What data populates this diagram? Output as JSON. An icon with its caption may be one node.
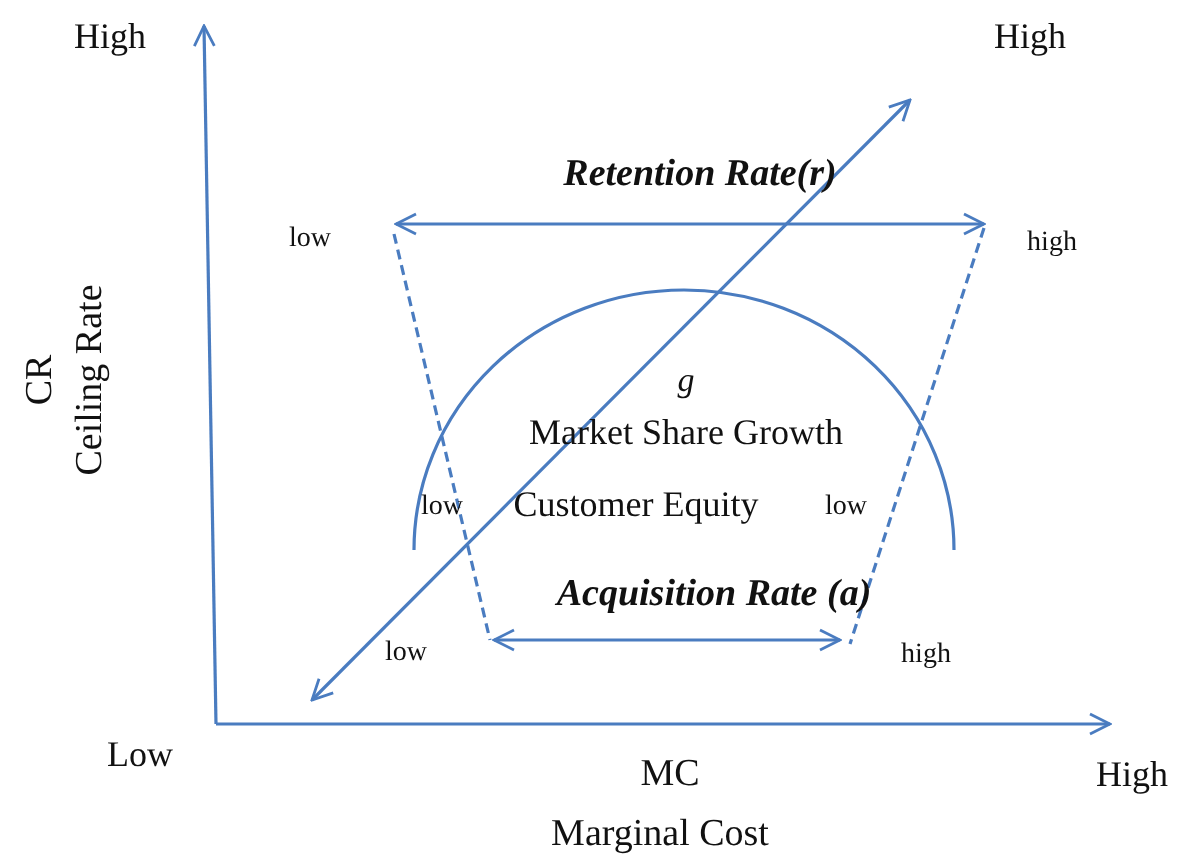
{
  "diagram": {
    "labels": [
      "High",
      "High",
      "Retention Rate(r)",
      "low",
      "high",
      "CR",
      "Ceiling Rate",
      "g",
      "Market Share Growth",
      "low",
      "Customer Equity",
      "low",
      "Acquisition Rate (a)",
      "low",
      "high",
      "Low",
      "MC",
      "Marginal Cost",
      "High"
    ]
  }
}
